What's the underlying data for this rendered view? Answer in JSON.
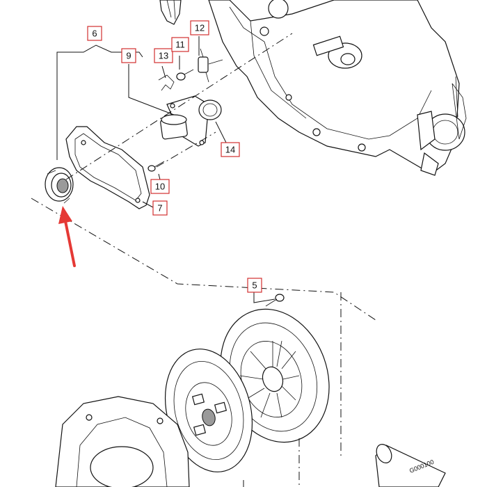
{
  "callouts": [
    {
      "id": "c6",
      "label": "6"
    },
    {
      "id": "c9",
      "label": "9"
    },
    {
      "id": "c12",
      "label": "12"
    },
    {
      "id": "c13",
      "label": "13"
    },
    {
      "id": "c11",
      "label": "11"
    },
    {
      "id": "c14",
      "label": "14"
    },
    {
      "id": "c10",
      "label": "10"
    },
    {
      "id": "c7",
      "label": "7"
    },
    {
      "id": "c5",
      "label": "5"
    }
  ],
  "tube_label": "G000100",
  "colors": {
    "callout_border": "#d32f2f",
    "arrow": "#e53935",
    "line": "#111111"
  }
}
